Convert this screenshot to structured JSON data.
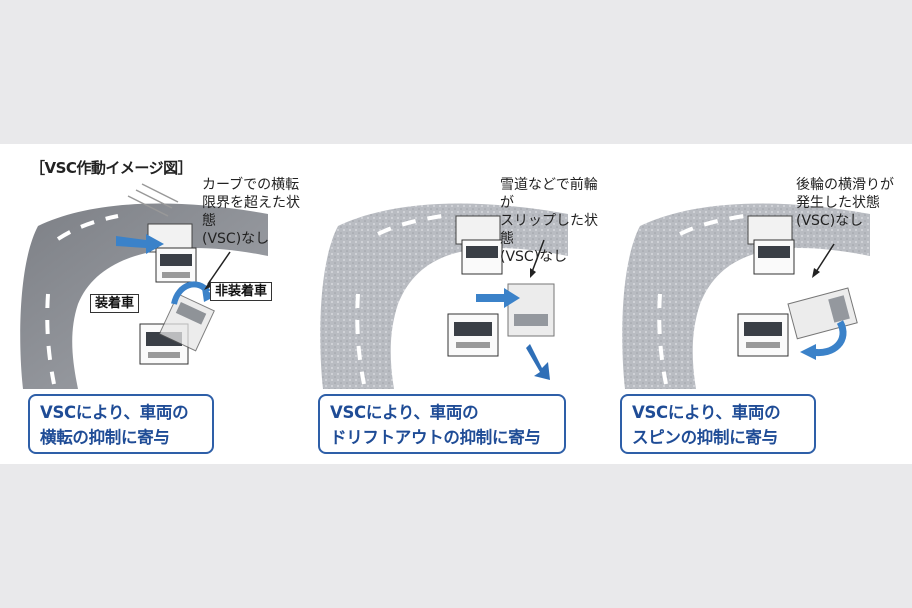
{
  "figure_title": "［VSC作動イメージ図］",
  "panels": [
    {
      "callout": "カーブでの横転\n限界を超えた状態\n(VSC)なし",
      "tag_equipped": "装着車",
      "tag_unequipped": "非装着車",
      "caption": "VSCにより、車両の\n横転の抑制に寄与"
    },
    {
      "callout": "雪道などで前輪が\nスリップした状態\n(VSC)なし",
      "caption": "VSCにより、車両の\nドリフトアウトの抑制に寄与"
    },
    {
      "callout": "後輪の横滑りが\n発生した状態\n(VSC)なし",
      "caption": "VSCにより、車両の\nスピンの抑制に寄与"
    }
  ],
  "colors": {
    "caption_border": "#2e5fa8",
    "caption_text": "#1f4c96",
    "arrow_blue": "#3b82c9",
    "road": "#8a8d93",
    "snow_road": "#b9bcc2"
  }
}
